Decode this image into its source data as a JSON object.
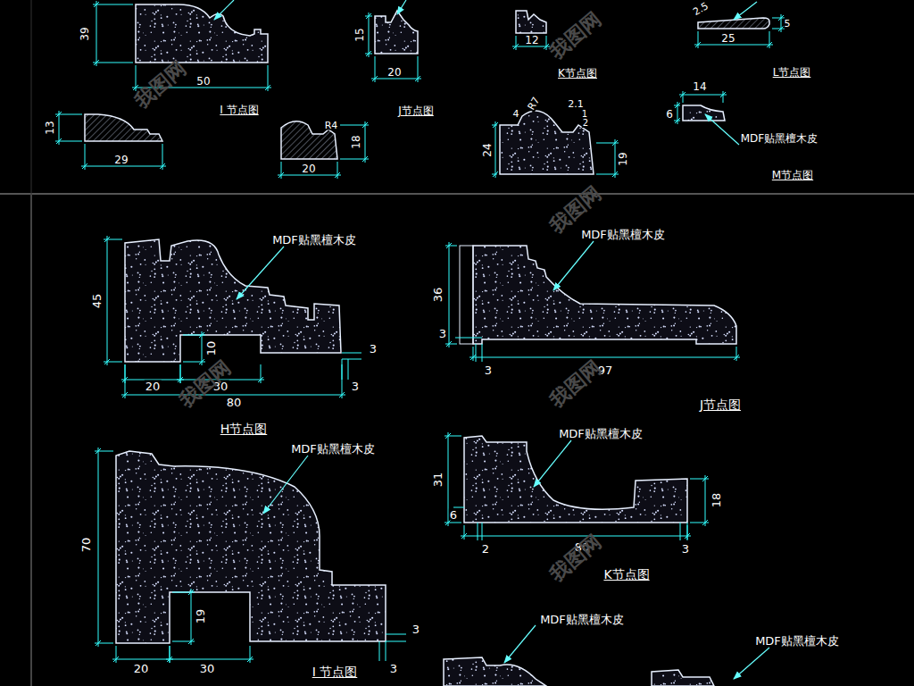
{
  "diagram": {
    "labels": [
      "39",
      "50",
      "I 节点图",
      "15",
      "20",
      "J节点图",
      "12",
      "K节点图",
      "2.5",
      "5",
      "25",
      "L节点图",
      "13",
      "29",
      "R4",
      "18",
      "20",
      "4",
      "R7",
      "2.1",
      "1",
      "2",
      "24",
      "19",
      "14",
      "6",
      "MDF贴黑檀木皮",
      "M节点图",
      "MDF贴黑檀木皮",
      "45",
      "10",
      "20",
      "30",
      "80",
      "3",
      "3",
      "H节点图",
      "MDF贴黑檀木皮",
      "36",
      "3",
      "3",
      "97",
      "J节点图",
      "MDF贴黑檀木皮",
      "70",
      "19",
      "20",
      "30",
      "3",
      "3",
      "I 节点图",
      "MDF贴黑檀木皮",
      "31",
      "6",
      "18",
      "2",
      "80",
      "3",
      "K节点图",
      "MDF贴黑檀木皮",
      "MDF贴黑檀木皮",
      "我图网",
      "我图网",
      "我图网",
      "我图网",
      "我图网",
      "我图网"
    ]
  }
}
